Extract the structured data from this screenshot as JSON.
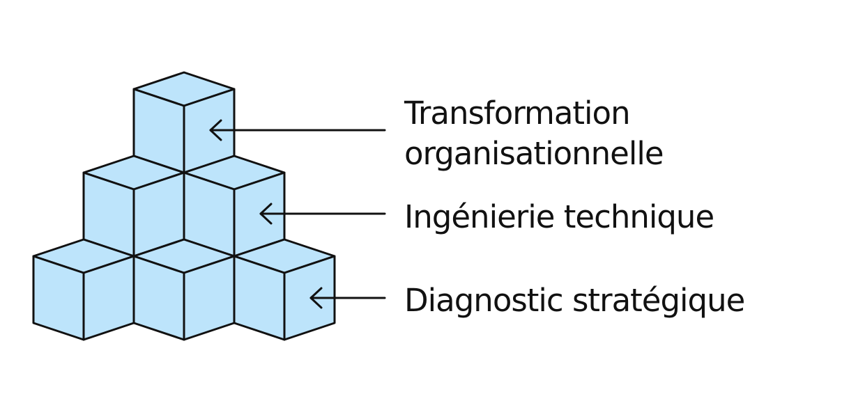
{
  "colors": {
    "cube_fill": "#bde4fb",
    "stroke": "#111111",
    "text": "#111111",
    "background": "#ffffff"
  },
  "cube_pyramid": {
    "rows": [
      {
        "level": "top",
        "cube_count": 1
      },
      {
        "level": "middle",
        "cube_count": 2
      },
      {
        "level": "bottom",
        "cube_count": 3
      }
    ]
  },
  "labels": {
    "top": {
      "line1": "Transformation",
      "line2": "organisationnelle"
    },
    "middle": "Ingénierie technique",
    "bottom": "Diagnostic stratégique"
  },
  "icons": {
    "arrow": "arrow-left-icon"
  }
}
